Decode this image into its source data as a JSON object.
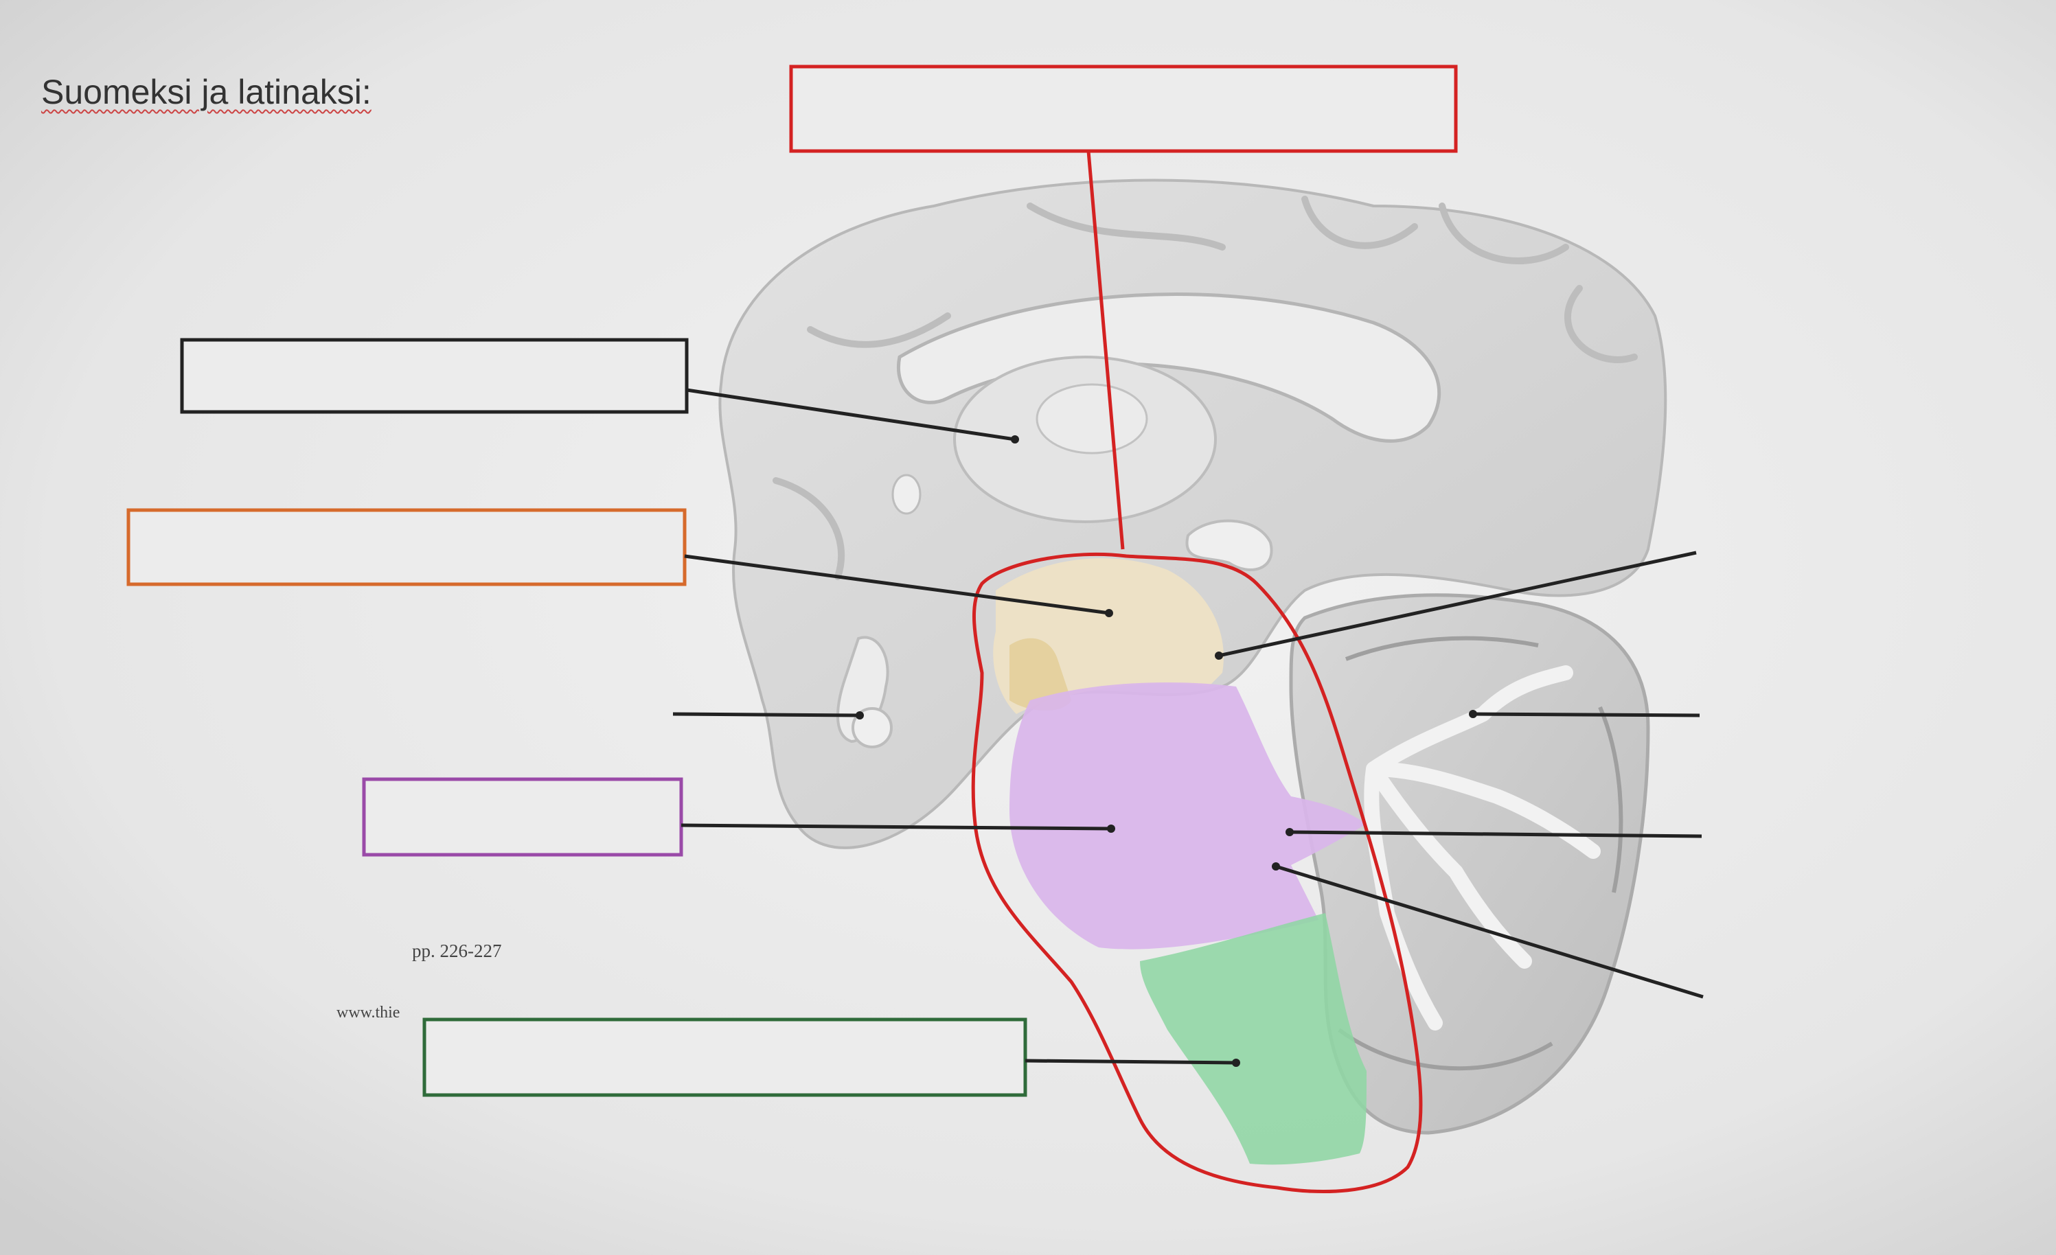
{
  "heading": "Suomeksi ja latinaksi:",
  "page_ref": "pp. 226-227",
  "source_fragment": "www.thie",
  "colors": {
    "red": "#d42222",
    "black": "#222222",
    "orange": "#d66a2c",
    "purple": "#9a4aa8",
    "green": "#2f6b3a",
    "diencephalon_fill": "#efe2c4",
    "midbrain_fill": "#d9b5ea",
    "medulla_fill": "#8fd6a4"
  },
  "label_boxes": [
    {
      "name": "label-box-brainstem",
      "color": "red",
      "value": ""
    },
    {
      "name": "label-box-thalamus",
      "color": "black",
      "value": ""
    },
    {
      "name": "label-box-diencephalon",
      "color": "orange",
      "value": ""
    },
    {
      "name": "label-box-pons",
      "color": "purple",
      "value": ""
    },
    {
      "name": "label-box-medulla",
      "color": "green",
      "value": ""
    }
  ]
}
